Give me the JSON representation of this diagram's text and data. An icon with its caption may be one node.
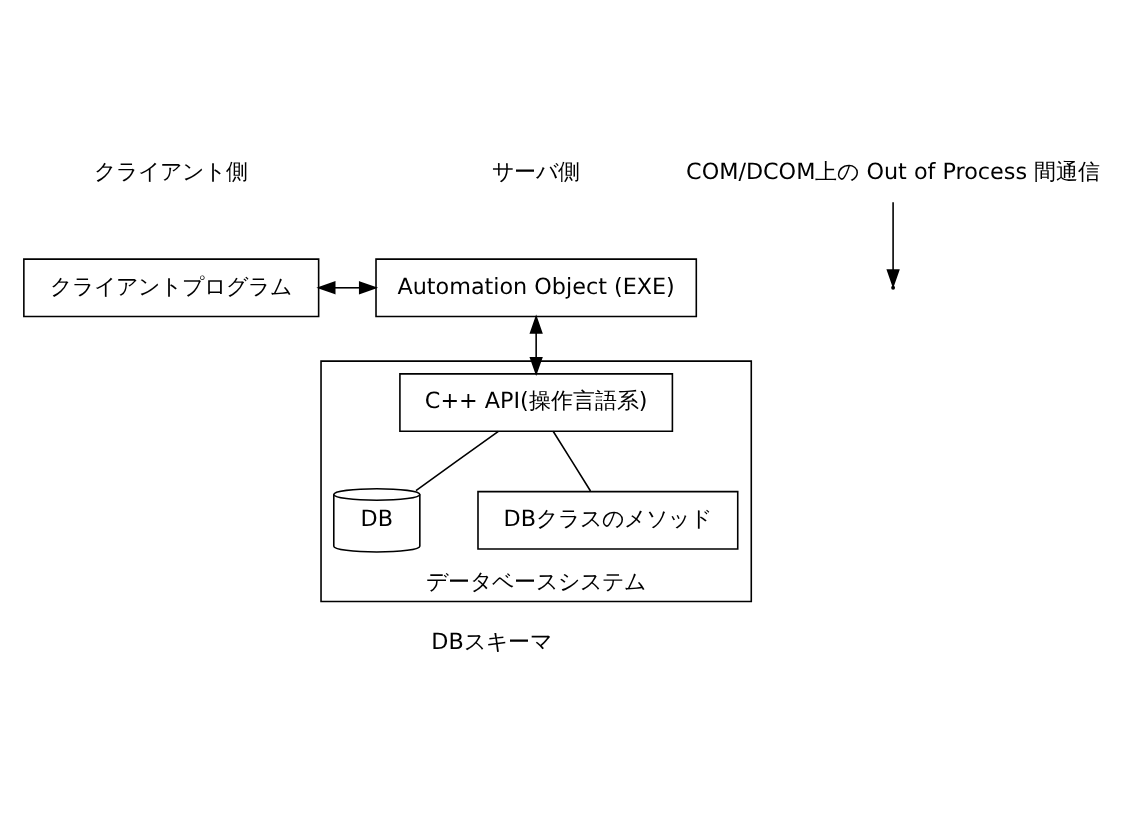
{
  "diagram": {
    "nodes": [
      {
        "text": [
          "クライアントプログラム"
        ]
      },
      {
        "text": [
          "Automation Object (EXE)"
        ]
      },
      {
        "text": [
          "データベースシステム"
        ]
      },
      {
        "text": [
          "C++ API(操作言語系)"
        ],
        "in": 2
      },
      {
        "text": [
          "DB"
        ],
        "in": 2
      },
      {
        "text": [
          "DBクラスのメソッド"
        ],
        "in": 2
      },
      {
        "text": [
          "COM/DCOM上の Out of Process 間通信"
        ]
      }
    ],
    "edges": [
      {
        "from": 0,
        "to": 1,
        "arrow": "both"
      },
      {
        "from": 1,
        "to": 3,
        "arrow": "both"
      },
      {
        "from": 3,
        "to": 4,
        "arrow": "none"
      },
      {
        "from": 3,
        "to": 5,
        "arrow": "none"
      },
      {
        "from": 6,
        "to": null,
        "arrow": "to"
      }
    ],
    "labels": [
      "クライアント側",
      "サーバ側",
      "DBスキーマ"
    ]
  }
}
